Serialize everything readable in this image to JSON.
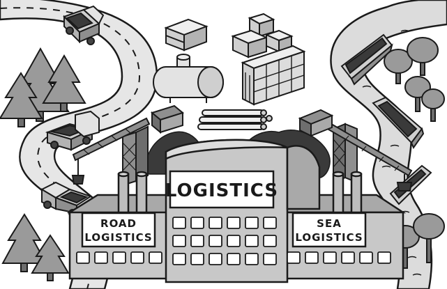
{
  "signs": {
    "main": "LOGISTICS",
    "road_line1": "ROAD",
    "road_line2": "LOGISTICS",
    "sea_line1": "SEA",
    "sea_line2": "LOGISTICS"
  },
  "icons": [
    "road",
    "truck",
    "tree",
    "ship",
    "river",
    "crane",
    "cargo-crate",
    "fuel-tank",
    "warehouse",
    "pipe-stack",
    "coal-pile",
    "factory"
  ],
  "colors": {
    "ink": "#1a1a1a",
    "road": "#e6e6e6",
    "river": "#dcdcdc",
    "building": "#c8c8c8",
    "building_dark": "#a9a9a9",
    "tree": "#9a9a9a",
    "coal": "#3a3a3a",
    "sign": "#ffffff"
  }
}
